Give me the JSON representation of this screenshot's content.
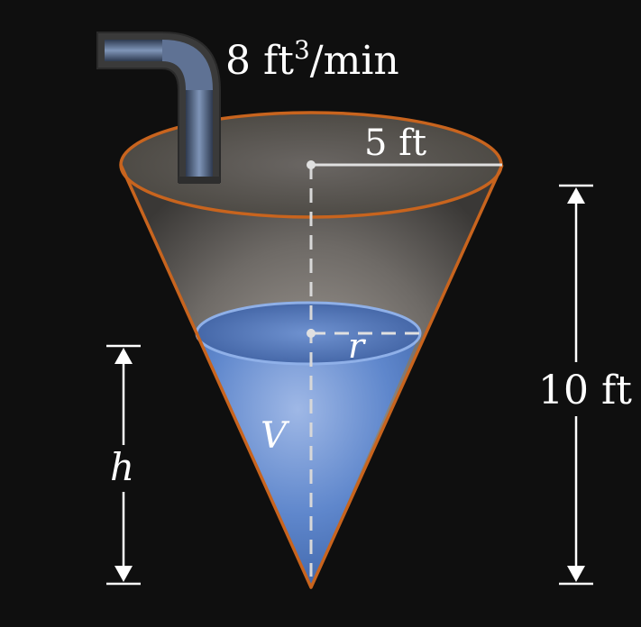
{
  "labels": {
    "flow_rate_main": "8 ft",
    "flow_rate_exp": "3",
    "flow_rate_tail": "/min",
    "top_radius": "5 ft",
    "cone_height": "10 ft",
    "water_radius": "r",
    "water_height": "h",
    "water_volume": "V"
  },
  "colors": {
    "background": "#0f0f0f",
    "cone_outline": "#c8641e",
    "water": "#4f7cc4",
    "water_rim": "#8fb0e8",
    "pipe": "#5a6e8c",
    "dimension_lines": "#ffffff"
  }
}
